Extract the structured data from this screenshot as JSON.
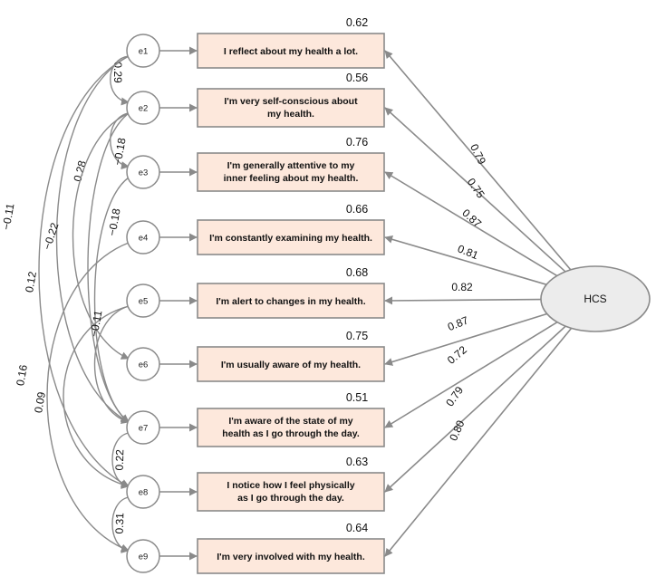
{
  "latent": {
    "label": "HCS"
  },
  "items": [
    {
      "error": "e1",
      "lines": [
        "I reflect about my health a lot."
      ],
      "r2": "0.62",
      "loading": "0.79"
    },
    {
      "error": "e2",
      "lines": [
        "I'm very self-conscious about",
        "my health."
      ],
      "r2": "0.56",
      "loading": "0.75"
    },
    {
      "error": "e3",
      "lines": [
        "I'm generally attentive to my",
        "inner feeling about my health."
      ],
      "r2": "0.76",
      "loading": "0.87"
    },
    {
      "error": "e4",
      "lines": [
        "I'm constantly examining my health."
      ],
      "r2": "0.66",
      "loading": "0.81"
    },
    {
      "error": "e5",
      "lines": [
        "I'm alert to changes in my health."
      ],
      "r2": "0.68",
      "loading": "0.82"
    },
    {
      "error": "e6",
      "lines": [
        "I'm usually aware of my health."
      ],
      "r2": "0.75",
      "loading": "0.87"
    },
    {
      "error": "e7",
      "lines": [
        "I'm aware of the state of my",
        "health as I go through the day."
      ],
      "r2": "0.51",
      "loading": "0.72"
    },
    {
      "error": "e8",
      "lines": [
        "I notice how I feel physically",
        "as I go through the day."
      ],
      "r2": "0.63",
      "loading": "0.79"
    },
    {
      "error": "e9",
      "lines": [
        "I'm very involved with my health."
      ],
      "r2": "0.64",
      "loading": "0.80"
    }
  ],
  "covariances": [
    {
      "from": "e1",
      "to": "e2",
      "value": "0.29"
    },
    {
      "from": "e1",
      "to": "e8",
      "value": "−0.11"
    },
    {
      "from": "e1",
      "to": "e7",
      "value": "0.12"
    },
    {
      "from": "e2",
      "to": "e7",
      "value": "0.28"
    },
    {
      "from": "e2",
      "to": "e6",
      "value": "−0.22"
    },
    {
      "from": "e2",
      "to": "e3",
      "value": "−0.18"
    },
    {
      "from": "e3",
      "to": "e7",
      "value": "−0.18"
    },
    {
      "from": "e4",
      "to": "e9",
      "value": "0.16"
    },
    {
      "from": "e5",
      "to": "e8",
      "value": "0.09"
    },
    {
      "from": "e5",
      "to": "e7",
      "value": "−0.11"
    },
    {
      "from": "e7",
      "to": "e8",
      "value": "0.22"
    },
    {
      "from": "e8",
      "to": "e9",
      "value": "0.31"
    }
  ]
}
